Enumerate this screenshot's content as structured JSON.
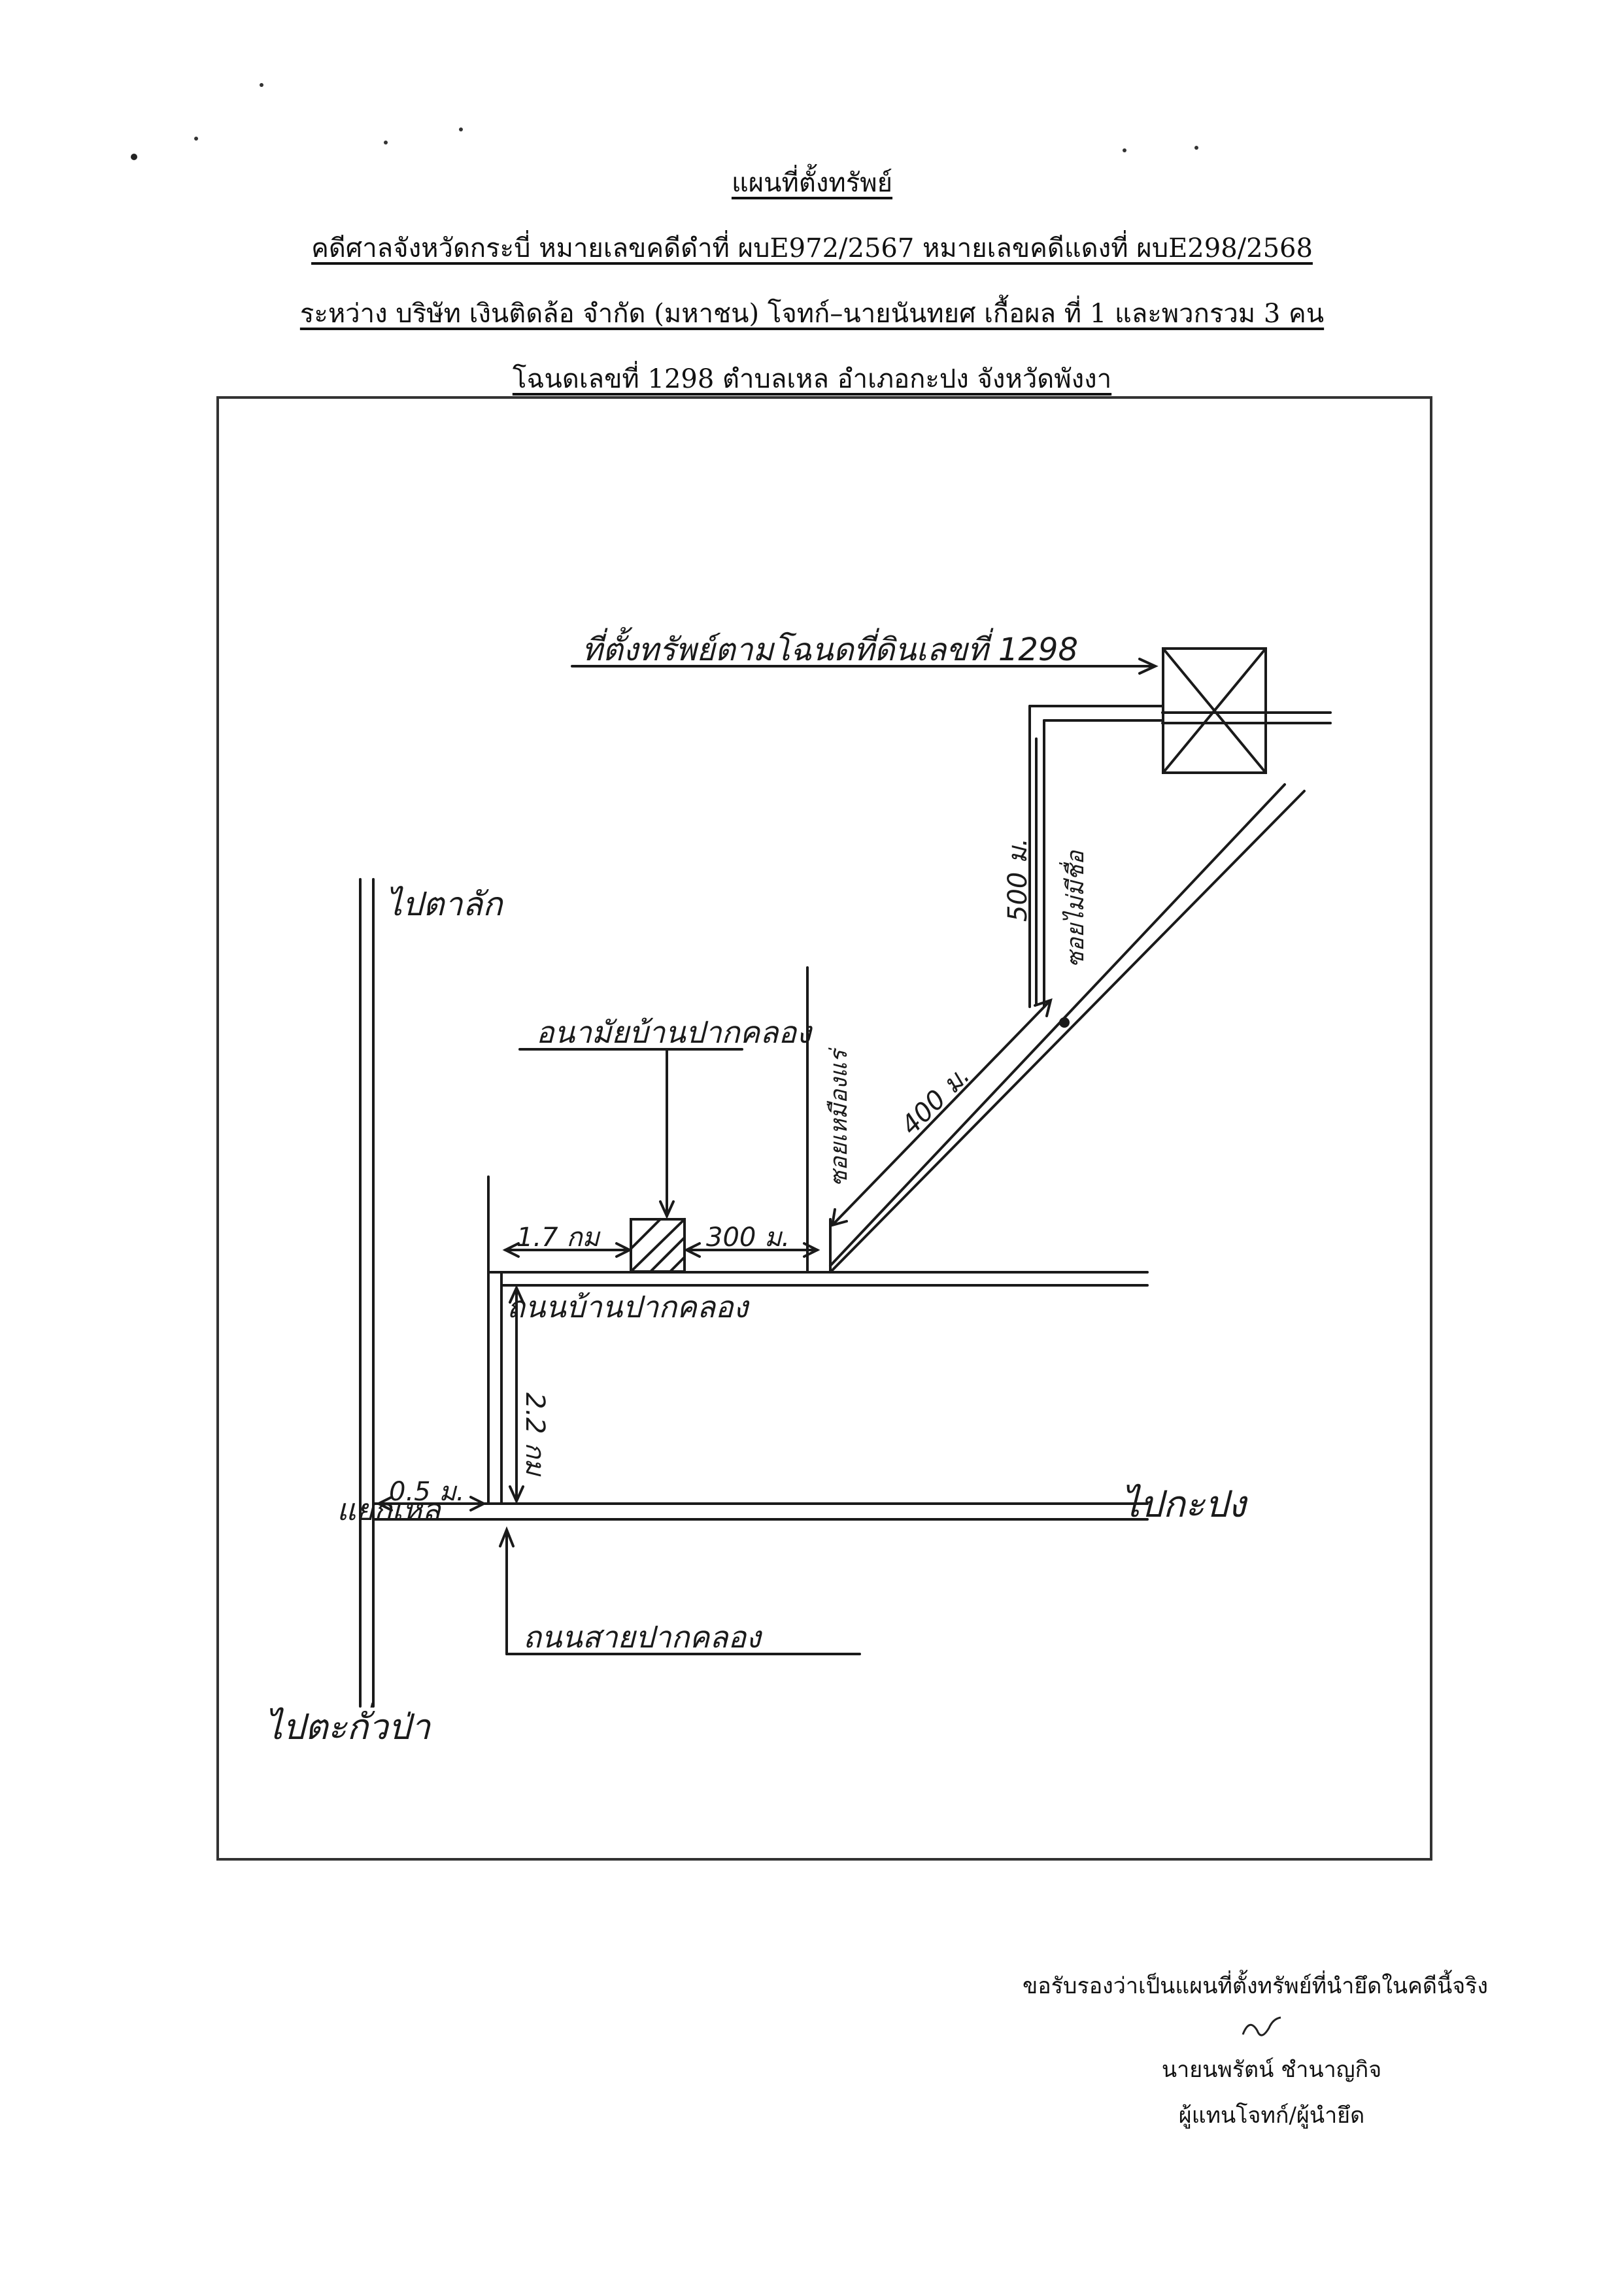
{
  "header": {
    "title": "แผนที่ตั้งทรัพย์",
    "case_line": "คดีศาลจังหวัดกระบี่ หมายเลขคดีดำที่ ผบE972/2567 หมายเลขคดีแดงที่ ผบE298/2568",
    "parties_line": "ระหว่าง บริษัท เงินติดล้อ จำกัด (มหาชน) โจทก์–นายนันทยศ เกื้อผล ที่ 1 และพวกรวม 3 คน",
    "deed_line": "โฉนดเลขที่  1298  ตำบลเหล  อำเภอกะปง  จังหวัดพังงา"
  },
  "map": {
    "labels": {
      "property_location": "ที่ตั้งทรัพย์ตามโฉนดที่ดินเลขที่ 1298",
      "to_thalang": "ไปตาลัก",
      "to_kapong": "ไปกะปง",
      "to_takuapa": "ไปตะกั่วป่า",
      "junction": "แยกเหล",
      "landmark": "อนามัยบ้านปากคลอง",
      "road_main": "ถนนบ้านปากคลอง",
      "road_lower": "ถนนสายปากคลอง",
      "side_road": "ซอยไม่มีชื่อ",
      "side_road_2": "ซอยเหมืองแร่",
      "dist_junction": "0.5 ม.",
      "dist_2km": "2.2 กม",
      "dist_17km": "1.7 กม",
      "dist_300m": "300 ม.",
      "dist_400m": "400 ม.",
      "dist_500m": "500 ม."
    }
  },
  "certification": {
    "text": "ขอรับรองว่าเป็นแผนที่ตั้งทรัพย์ที่นำยึดในคดีนี้จริง",
    "name": "นายนพรัตน์ ชำนาญกิจ",
    "role": "ผู้แทนโจทก์/ผู้นำยึด"
  }
}
